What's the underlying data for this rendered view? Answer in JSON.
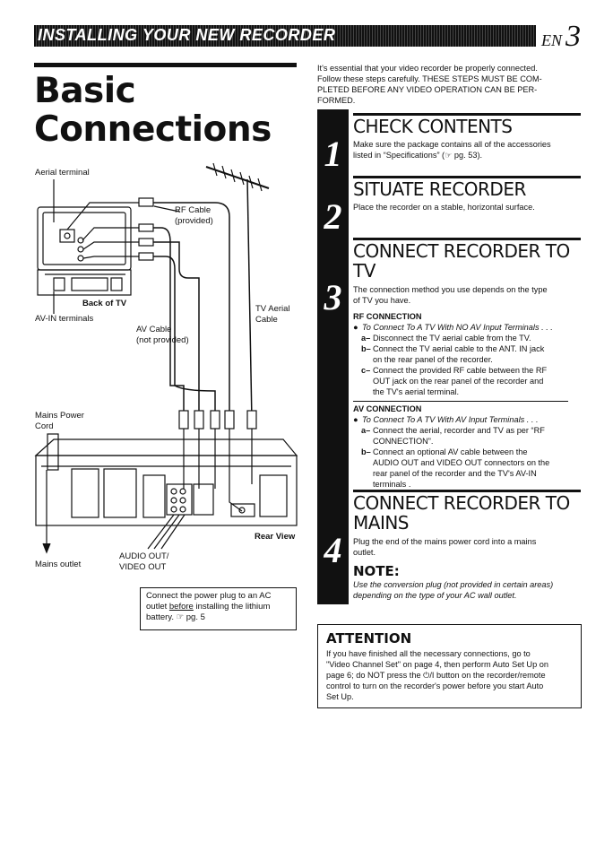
{
  "header": {
    "section_title": "INSTALLING YOUR NEW RECORDER",
    "lang": "EN",
    "page_number": "3"
  },
  "title": {
    "line1": "Basic",
    "line2": "Connections"
  },
  "diagram": {
    "aerial_terminal": "Aerial terminal",
    "rf_cable": "RF Cable",
    "rf_cable_note": "(provided)",
    "back_of_tv": "Back of TV",
    "av_in_terminals": "AV-IN terminals",
    "av_cable": "AV Cable",
    "av_cable_note": "(not provided)",
    "tv_aerial": "TV Aerial",
    "tv_aerial_cable": "Cable",
    "mains_power": "Mains Power",
    "mains_power_cord": "Cord",
    "rear_view": "Rear View",
    "mains_outlet": "Mains outlet",
    "audio_out": "AUDIO OUT/",
    "video_out": "VIDEO OUT",
    "note_line1": "Connect the power plug to an AC",
    "note_line2_a": "outlet ",
    "note_line2_u": "before",
    "note_line2_b": " installing the lithium",
    "note_line3": "battery. ☞ pg. 5"
  },
  "intro": {
    "line1": "It's essential that your video recorder be properly connected.",
    "line2": "Follow these steps carefully. THESE STEPS MUST BE COM-",
    "line3": "PLETED BEFORE ANY VIDEO OPERATION CAN BE PER-",
    "line4": "FORMED."
  },
  "steps": [
    {
      "number": "1",
      "heading": "CHECK CONTENTS",
      "body1": "Make sure the package contains all of the accessories",
      "body2": "listed in “Specifications” (☞ pg. 53)."
    },
    {
      "number": "2",
      "heading": "SITUATE RECORDER",
      "body1": "Place the recorder on a stable, horizontal surface."
    },
    {
      "number": "3",
      "heading1": "CONNECT RECORDER TO",
      "heading2": "TV",
      "body1": "The connection method you use depends on the type",
      "body2": "of TV you have.",
      "rf_heading": "RF CONNECTION",
      "rf_item": "To Connect To A TV With NO AV Input Terminals . . .",
      "rf_a": "Disconnect the TV aerial cable from the TV.",
      "rf_b1": "Connect the TV aerial cable to the ANT. IN jack",
      "rf_b2": "on the rear panel of the recorder.",
      "rf_c1": "Connect the provided RF cable between the RF",
      "rf_c2": "OUT jack on the rear panel of the recorder and",
      "rf_c3": "the TV's aerial terminal.",
      "av_heading": "AV CONNECTION",
      "av_item": "To Connect To A TV With AV Input Terminals . . .",
      "av_a1": "Connect the aerial, recorder and TV as per “RF",
      "av_a2": "CONNECTION”.",
      "av_b1": "Connect an optional AV cable between the",
      "av_b2": "AUDIO OUT and VIDEO OUT connectors on the",
      "av_b3": "rear panel of the recorder and the TV's AV-IN",
      "av_b4": "terminals ."
    },
    {
      "number": "4",
      "heading1": "CONNECT RECORDER TO",
      "heading2": "MAINS",
      "body1": "Plug the end of the mains power cord into a mains",
      "body2": "outlet.",
      "note_title": "NOTE:",
      "note1": "Use the conversion plug (not provided in certain areas)",
      "note2": "depending on the type of your AC wall outlet."
    }
  ],
  "attention": {
    "title": "ATTENTION",
    "line1": "If you have finished all the necessary connections, go to",
    "line2": "\"Video Channel Set\" on page 4, then perform Auto Set Up on",
    "line3": "page 6; do NOT press the ⏻/I button on the recorder/remote",
    "line4": "control to turn on the recorder's power before you start Auto",
    "line5": "Set Up."
  },
  "letters": {
    "a": "a–",
    "b": "b–",
    "c": "c–",
    "bullet": "●"
  }
}
